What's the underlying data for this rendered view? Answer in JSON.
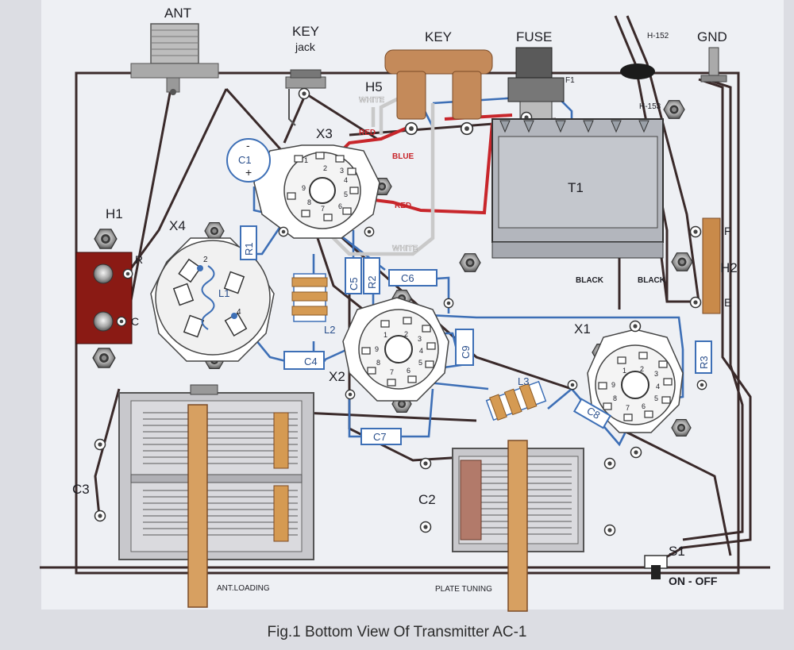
{
  "caption": "Fig.1 Bottom View Of Transmitter AC-1",
  "labels": {
    "ant": "ANT",
    "key_jack_1": "KEY",
    "key_jack_2": "jack",
    "key": "KEY",
    "fuse": "FUSE",
    "gnd": "GND",
    "h152": "H-152",
    "h153": "H-153",
    "f1": "F1",
    "h5": "H5",
    "h1": "H1",
    "h2": "H2",
    "x1": "X1",
    "x2": "X2",
    "x3": "X3",
    "x4": "X4",
    "t1": "T1",
    "c1": "C1",
    "c2": "C2",
    "c3": "C3",
    "c4": "C4",
    "c5": "C5",
    "c6": "C6",
    "c7": "C7",
    "c8": "C8",
    "c9": "C9",
    "r1": "R1",
    "r2": "R2",
    "r3": "R3",
    "l1": "L1",
    "l2": "L2",
    "l3": "L3",
    "s1": "S1",
    "on_off": "ON - OFF",
    "h1_r": "R",
    "h1_c": "C",
    "h2_f": "F",
    "h2_e": "E",
    "ant_loading": "ANT.LOADING",
    "plate_tuning": "PLATE TUNING",
    "c1_minus": "-",
    "c1_plus": "+",
    "l1_pin2": "2",
    "l1_pin4": "4"
  },
  "wire_labels": {
    "white_top": "WHITE",
    "red_top": "RED",
    "blue": "BLUE",
    "red_mid": "RED",
    "white_mid": "WHITE",
    "black_left": "BLACK",
    "black_right": "BLACK"
  },
  "x3_pins": [
    "1",
    "2",
    "3",
    "4",
    "5",
    "6",
    "7",
    "8",
    "9"
  ],
  "x2_pins": [
    "1",
    "2",
    "3",
    "4",
    "5",
    "6",
    "7",
    "8",
    "9"
  ],
  "x1_pins": [
    "1",
    "2",
    "3",
    "4",
    "5",
    "6",
    "7",
    "8",
    "9"
  ],
  "colors": {
    "wire_blue": "#3d6fb6",
    "wire_red": "#c8262b",
    "wire_white": "#c9c9c9",
    "wire_dark": "#3a2a2a",
    "resistor_tan": "#d59a52",
    "h1_plate": "#8a1a14",
    "h2_plate": "#c98a4a",
    "knob_shaft": "#d7a061"
  }
}
